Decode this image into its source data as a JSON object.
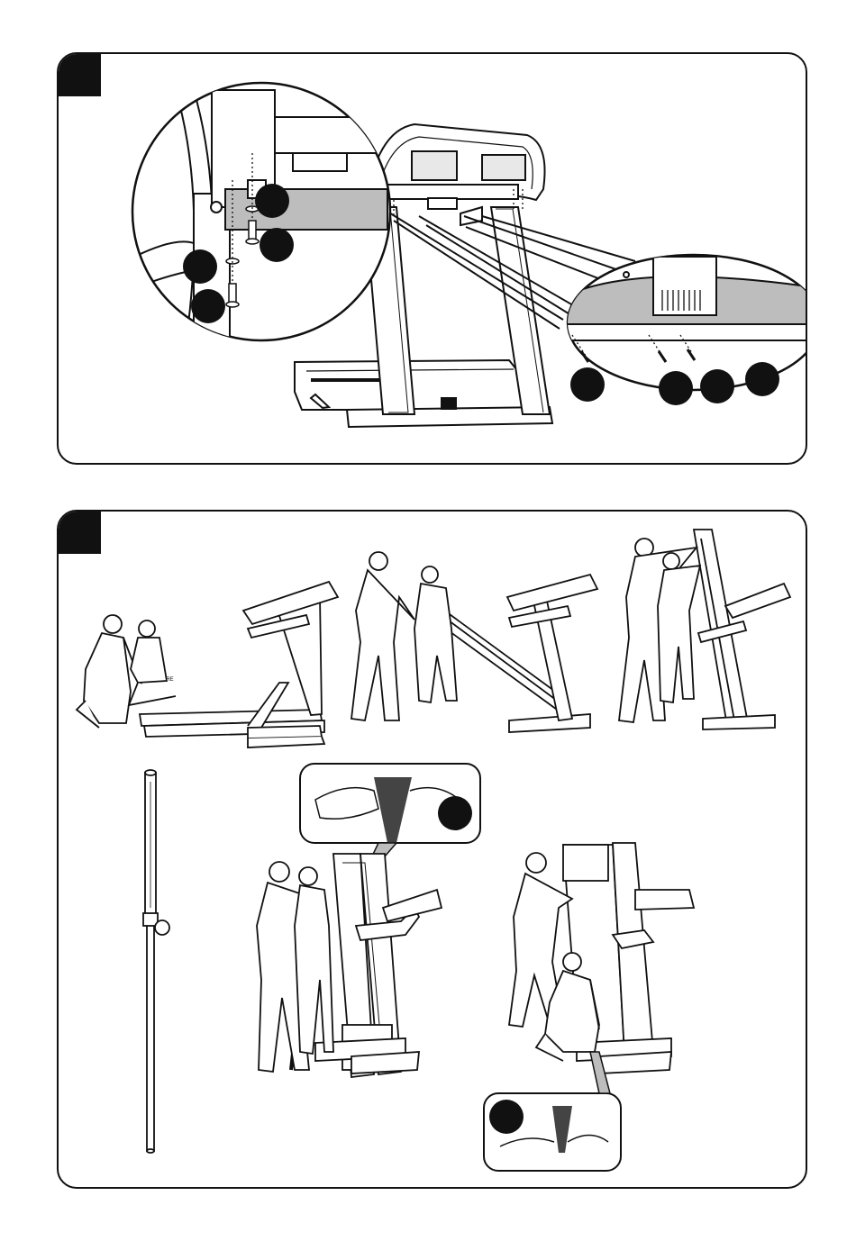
{
  "panels": [
    {
      "id": "step-1",
      "step_number": ""
    },
    {
      "id": "step-2",
      "step_number": ""
    }
  ],
  "callouts": {
    "panel1": [
      "",
      "",
      "",
      "",
      "",
      "",
      "",
      ""
    ],
    "panel2": [
      "",
      ""
    ]
  },
  "console_brand_label": "3G0RE",
  "colors": {
    "ink": "#111111",
    "shade": "#bdbdbd",
    "light": "#e8e8e8"
  }
}
